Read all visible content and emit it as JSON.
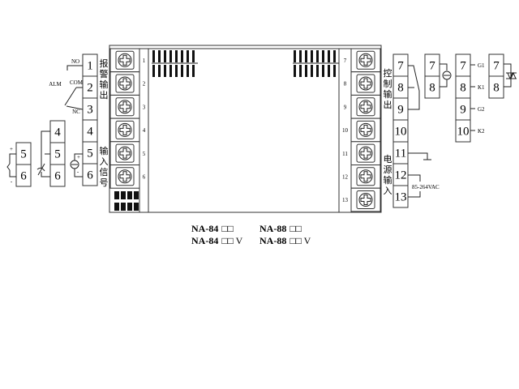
{
  "alarm": {
    "label": "ALM",
    "no": "NO",
    "com": "COM",
    "nc": "NC",
    "section_label": [
      "报",
      "警",
      "输",
      "出"
    ]
  },
  "input_section_label": [
    "输",
    "入",
    "信",
    "号"
  ],
  "control_section_label": [
    "控",
    "制",
    "输",
    "出"
  ],
  "power_section_label": [
    "电",
    "源",
    "输",
    "入"
  ],
  "left_terminals": [
    "1",
    "2",
    "3",
    "4",
    "5",
    "6"
  ],
  "thermocouple_terminals": [
    "5",
    "6"
  ],
  "rtd_terminals": [
    "4",
    "5",
    "6"
  ],
  "right_terminals": [
    "7",
    "8",
    "9",
    "10",
    "11",
    "12",
    "13"
  ],
  "ssr_terminals": [
    "7",
    "8"
  ],
  "thyristor_terminals": [
    "7",
    "8",
    "9",
    "10"
  ],
  "thyristor_labels": [
    "G1",
    "K1",
    "G2",
    "K2"
  ],
  "triac_terminals": [
    "7",
    "8"
  ],
  "housing_left_numbers": [
    "1",
    "2",
    "3",
    "4",
    "5",
    "6"
  ],
  "housing_right_numbers": [
    "7",
    "8",
    "9",
    "10",
    "11",
    "12",
    "13"
  ],
  "power_label": "85-264VAC",
  "polarity": {
    "plus": "+",
    "minus": "-"
  },
  "models": [
    {
      "name": "NA-84",
      "suffix": "□□"
    },
    {
      "name": "NA-88",
      "suffix": "□□"
    },
    {
      "name": "NA-84",
      "suffix": "□□ V"
    },
    {
      "name": "NA-88",
      "suffix": "□□ V"
    }
  ]
}
